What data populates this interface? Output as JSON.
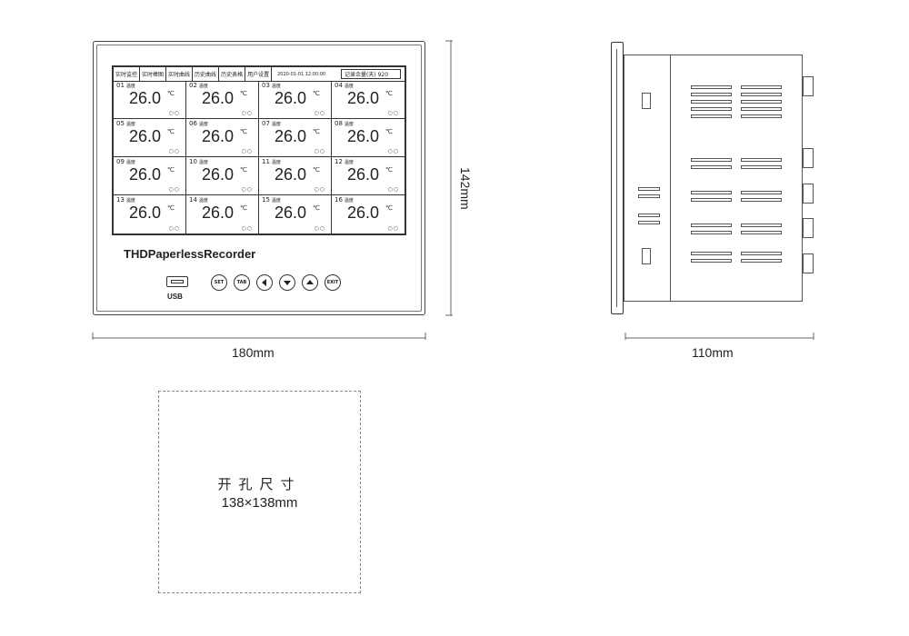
{
  "front_view": {
    "menu": [
      "实时监控",
      "实时棒图",
      "实时曲线",
      "历史曲线",
      "历史表格",
      "用户设置"
    ],
    "datetime": "2020-01-01 12:00:00",
    "record_remaining": "记录余量(天) 920",
    "channel_label": "温度",
    "channels": [
      {
        "num": "01",
        "value": "26.0"
      },
      {
        "num": "02",
        "value": "26.0"
      },
      {
        "num": "03",
        "value": "26.0"
      },
      {
        "num": "04",
        "value": "26.0"
      },
      {
        "num": "05",
        "value": "26.0"
      },
      {
        "num": "06",
        "value": "26.0"
      },
      {
        "num": "07",
        "value": "26.0"
      },
      {
        "num": "08",
        "value": "26.0"
      },
      {
        "num": "09",
        "value": "26.0"
      },
      {
        "num": "10",
        "value": "26.0"
      },
      {
        "num": "11",
        "value": "26.0"
      },
      {
        "num": "12",
        "value": "26.0"
      },
      {
        "num": "13",
        "value": "26.0"
      },
      {
        "num": "14",
        "value": "26.0"
      },
      {
        "num": "15",
        "value": "26.0"
      },
      {
        "num": "16",
        "value": "26.0"
      }
    ],
    "unit": "℃",
    "brand": "THDPaperlessRecorder",
    "usb_label": "USB",
    "buttons": {
      "set": "SET",
      "tab": "TAB",
      "exit": "EXIT"
    }
  },
  "dimensions": {
    "width": "180mm",
    "height": "142mm",
    "depth": "110mm"
  },
  "cutout": {
    "title": "开孔尺寸",
    "size": "138×138mm"
  }
}
